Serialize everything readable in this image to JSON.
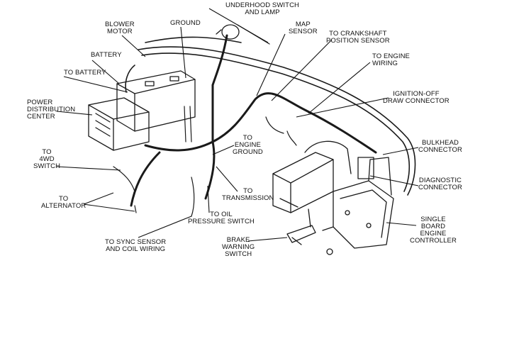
{
  "diagram": {
    "labels": {
      "underhood_switch": [
        "UNDERHOOD SWITCH",
        "AND LAMP"
      ],
      "blower_motor": [
        "BLOWER",
        "MOTOR"
      ],
      "ground": [
        "GROUND"
      ],
      "map_sensor": [
        "MAP",
        "SENSOR"
      ],
      "crankshaft": [
        "TO CRANKSHAFT",
        "POSITION SENSOR"
      ],
      "battery": [
        "BATTERY"
      ],
      "engine_wiring": [
        "TO ENGINE",
        "WIRING"
      ],
      "to_battery": [
        "TO BATTERY"
      ],
      "ignition_off": [
        "IGNITION-OFF",
        "DRAW CONNECTOR"
      ],
      "power_distribution": [
        "POWER",
        "DISTRIBUTION",
        "CENTER"
      ],
      "engine_ground": [
        "TO",
        "ENGINE",
        "GROUND"
      ],
      "bulkhead": [
        "BULKHEAD",
        "CONNECTOR"
      ],
      "to_4wd": [
        "TO",
        "4WD",
        "SWITCH"
      ],
      "diagnostic": [
        "DIAGNOSTIC",
        "CONNECTOR"
      ],
      "transmission": [
        "TO",
        "TRANSMISSION"
      ],
      "alternator": [
        "TO",
        "ALTERNATOR"
      ],
      "oil_pressure": [
        "TO OIL",
        "PRESSURE SWITCH"
      ],
      "controller": [
        "SINGLE",
        "BOARD",
        "ENGINE",
        "CONTROLLER"
      ],
      "sync_sensor": [
        "TO SYNC SENSOR",
        "AND COIL WIRING"
      ],
      "brake_switch": [
        "BRAKE",
        "WARNING",
        "SWITCH"
      ]
    }
  }
}
